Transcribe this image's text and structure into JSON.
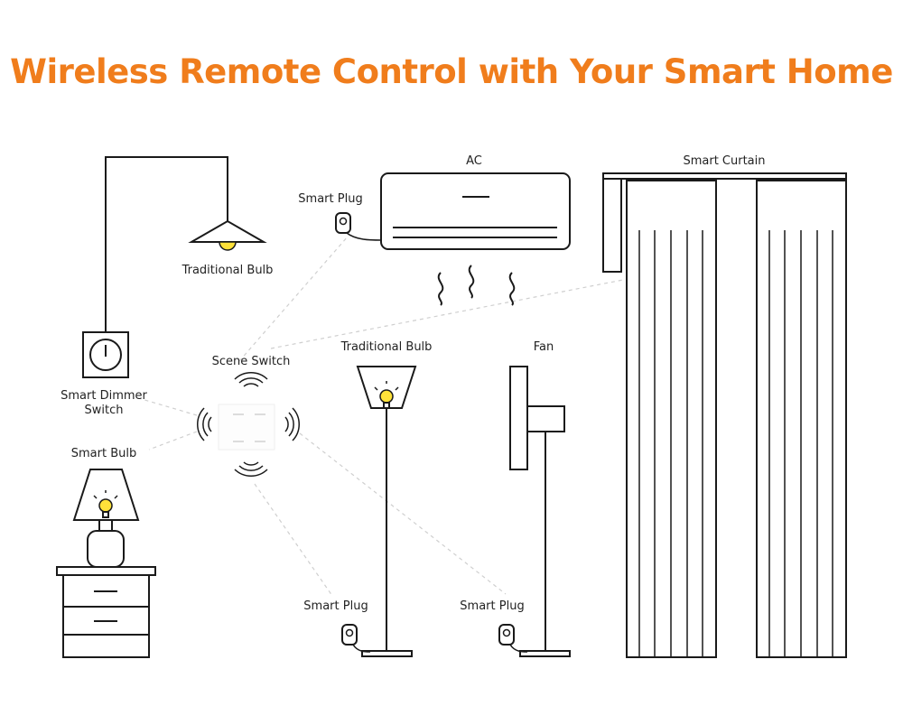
{
  "title": "Wireless Remote Control with Your Smart Home",
  "colors": {
    "title": "#f07d1c",
    "bulb": "#ffe23a",
    "line": "#1a1a1a",
    "signal": "#cfcfcf"
  },
  "labels": {
    "ac": "AC",
    "smart_curtain": "Smart Curtain",
    "smart_plug_ac": "Smart Plug",
    "traditional_bulb_pendant": "Traditional Bulb",
    "scene_switch": "Scene Switch",
    "traditional_bulb_floor": "Traditional Bulb",
    "fan": "Fan",
    "smart_dimmer_switch_line1": "Smart Dimmer",
    "smart_dimmer_switch_line2": "Switch",
    "smart_bulb": "Smart Bulb",
    "smart_plug_floor_lamp": "Smart Plug",
    "smart_plug_fan": "Smart Plug"
  }
}
